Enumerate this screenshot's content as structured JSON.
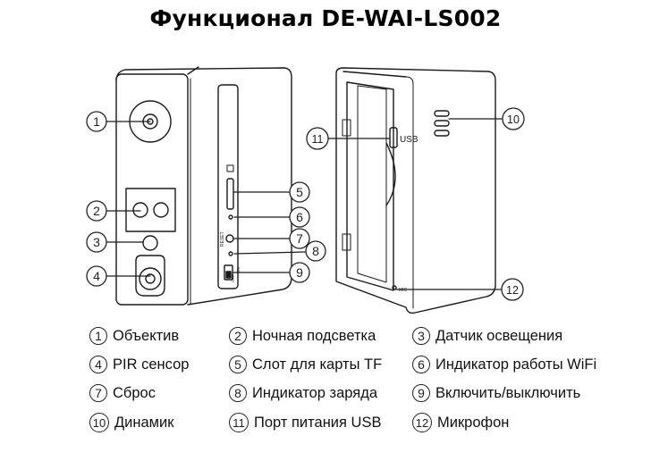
{
  "title": "Функционал DE-WAI-LS002",
  "device_labels": {
    "usb": "USB",
    "mic": "MIC",
    "reset": "RESET",
    "on": "ON",
    "off": "OFF"
  },
  "callouts": [
    "1",
    "2",
    "3",
    "4",
    "5",
    "6",
    "7",
    "8",
    "9",
    "10",
    "11",
    "12"
  ],
  "legend": [
    {
      "num": "1",
      "label": "Объектив"
    },
    {
      "num": "2",
      "label": "Ночная подсветка"
    },
    {
      "num": "3",
      "label": "Датчик освещения"
    },
    {
      "num": "4",
      "label": "PIR сенсор"
    },
    {
      "num": "5",
      "label": "Слот для карты TF"
    },
    {
      "num": "6",
      "label": "Индикатор работы WiFi"
    },
    {
      "num": "7",
      "label": "Сброс"
    },
    {
      "num": "8",
      "label": "Индикатор заряда"
    },
    {
      "num": "9",
      "label": "Включить/выключить"
    },
    {
      "num": "10",
      "label": "Динамик"
    },
    {
      "num": "11",
      "label": "Порт питания USB"
    },
    {
      "num": "12",
      "label": "Микрофон"
    }
  ]
}
